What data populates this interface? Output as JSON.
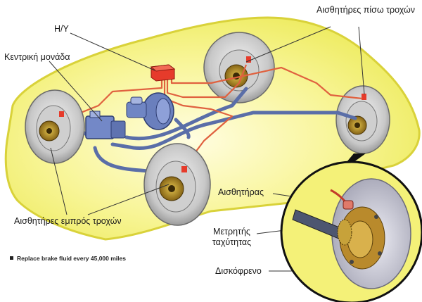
{
  "labels": {
    "hy": "Η/Υ",
    "central_unit": "Κεντρική μονάδα",
    "rear_sensors": "Αισθητήρες πίσω τροχών",
    "front_sensors": "Αισθητήρες εμπρός τροχών",
    "sensor": "Αισθητήρας",
    "speedometer": "Μετρητής ταχύτητας",
    "disc_brake": "Δισκόφρενο"
  },
  "note": "Replace brake fluid every 45,000 miles",
  "colors": {
    "car_body": "#f4f178",
    "brake_line": "#5a6ea8",
    "wire": "#e0613f",
    "ecu": "#e63b2b"
  }
}
